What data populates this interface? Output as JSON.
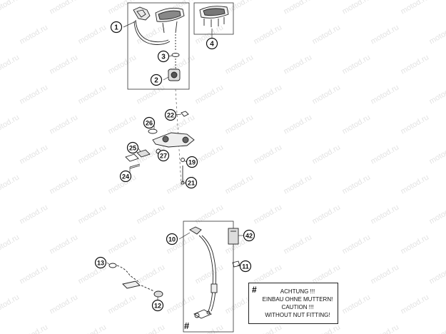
{
  "watermark": "motod.ru",
  "callouts": [
    {
      "id": "callout-1",
      "label": "1"
    },
    {
      "id": "callout-2",
      "label": "2"
    },
    {
      "id": "callout-3",
      "label": "3"
    },
    {
      "id": "callout-4",
      "label": "4"
    },
    {
      "id": "callout-10",
      "label": "10"
    },
    {
      "id": "callout-11",
      "label": "11"
    },
    {
      "id": "callout-12",
      "label": "12"
    },
    {
      "id": "callout-13",
      "label": "13"
    },
    {
      "id": "callout-19",
      "label": "19"
    },
    {
      "id": "callout-21",
      "label": "21"
    },
    {
      "id": "callout-22",
      "label": "22"
    },
    {
      "id": "callout-24",
      "label": "24"
    },
    {
      "id": "callout-25",
      "label": "25"
    },
    {
      "id": "callout-26",
      "label": "26"
    },
    {
      "id": "callout-27",
      "label": "27"
    },
    {
      "id": "callout-42",
      "label": "42"
    }
  ],
  "hash_marker": "#",
  "note": {
    "marker": "#",
    "lines": [
      "ACHTUNG !!!",
      "EINBAU OHNE MUTTERN!",
      "CAUTION !!!",
      "WITHOUT NUT FITTING!"
    ]
  }
}
